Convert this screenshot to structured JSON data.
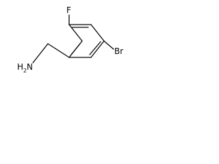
{
  "molecule": {
    "atoms": {
      "fluorine": "F",
      "bromine": "Br",
      "amine_n": "N",
      "amine_h": "H",
      "amine_h_count": "2"
    },
    "colors": {
      "bond": "#000000",
      "label": "#000000",
      "background": "#ffffff"
    }
  }
}
